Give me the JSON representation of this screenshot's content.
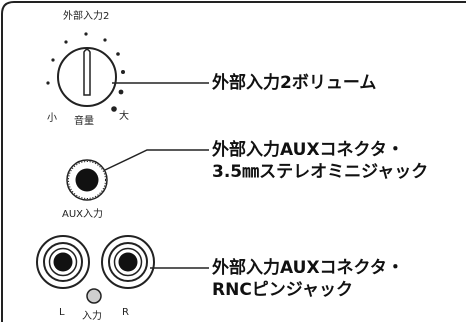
{
  "labels": {
    "dial_title": "外部入力2",
    "dial_min": "小",
    "dial_center": "音量",
    "dial_max": "大",
    "aux_jack": "AUX入力",
    "rca_left": "L",
    "rca_input": "入力",
    "rca_right": "R"
  },
  "callouts": [
    {
      "lines": [
        "外部入力2ボリューム"
      ]
    },
    {
      "lines": [
        "外部入力AUXコネクタ・",
        "3.5㎜ステレオミニジャック"
      ]
    },
    {
      "lines": [
        "外部入力AUXコネクタ・",
        "RNCピンジャック"
      ]
    }
  ]
}
